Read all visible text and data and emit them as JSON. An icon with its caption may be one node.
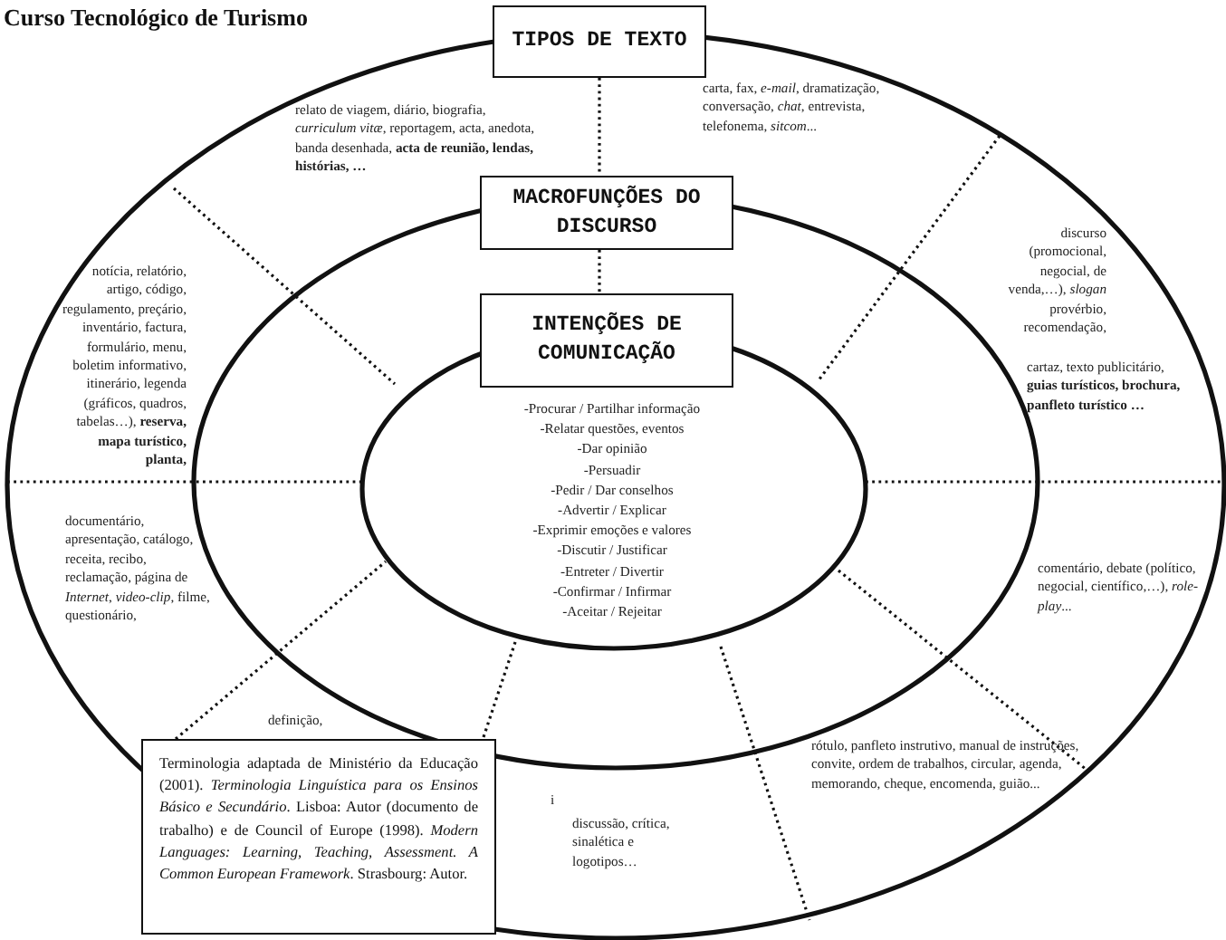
{
  "diagram": {
    "title": "Curso Tecnológico de Turismo",
    "nodes": [
      {
        "text": [
          "TIPOS DE TEXTO"
        ]
      },
      {
        "text": [
          "MACROFUNÇÕES DO DISCURSO"
        ]
      },
      {
        "text": [
          "INTENÇÕES DE COMUNICAÇÃO"
        ]
      },
      {
        "text": [
          "Terminologia adaptada de Ministério da Educação (2001). *Terminologia Linguística para os Ensinos Básico e Secundário*. Lisboa: Autor (documento de trabalho) e de Council of Europe (1998). *Modern Languages: Learning, Teaching, Assessment. A Common European Framework*. Strasbourg: Autor."
        ]
      }
    ],
    "edges": [
      {
        "from": 0,
        "to": 1,
        "arrow": "none",
        "style": "dashed"
      },
      {
        "from": 1,
        "to": 2,
        "arrow": "none",
        "style": "dashed"
      }
    ],
    "labels": [
      "relato de viagem, diário, biografia, *curriculum vitæ*, reportagem, acta, anedota, banda desenhada, **acta de reunião, lendas, histórias, …**",
      "carta, fax, *e-mail*, dramatização, conversação, *chat*, entrevista, telefonema, *sitcom*...",
      "notícia, relatório, artigo, código, regulamento, preçário, inventário, factura, formulário, menu, boletim informativo, itinerário, legenda (gráficos, quadros, tabelas…), **reserva, mapa turístico, planta,**",
      "discurso (promocional, negocial, de venda,…), *slogan* provérbio, recomendação,",
      "cartaz, texto publicitário, **guias turísticos, brochura, panfleto turístico …**",
      "-Procurar / Partilhar informação",
      "-Relatar questões, eventos",
      "-Dar opinião",
      "-Persuadir",
      "-Pedir / Dar conselhos",
      "-Advertir / Explicar",
      "-Exprimir emoções e valores",
      "-Discutir / Justificar",
      "-Entreter / Divertir",
      "-Confirmar / Infirmar",
      "-Aceitar / Rejeitar",
      "documentário, apresentação, catálogo, receita, recibo, reclamação, página de *Internet*, *video-clip*, filme, questionário,",
      "comentário, debate (político, negocial, científico,…), *role-play*...",
      "definição,",
      "i",
      "rótulo, panfleto instrutivo, manual de instruções, convite, ordem de trabalhos, circular, agenda, memorando, cheque, encomenda, guião...",
      "discussão, crítica, sinalética e logotipos…"
    ]
  }
}
